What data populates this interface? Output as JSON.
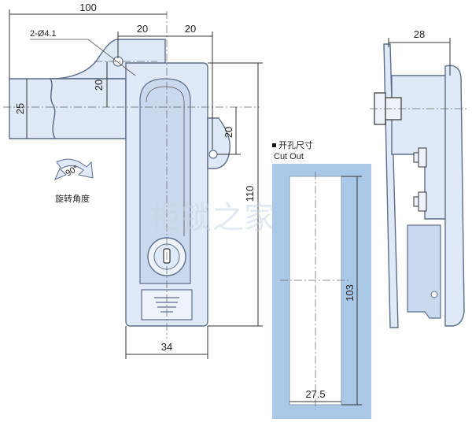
{
  "front_view": {
    "dim_width_total": "100",
    "dim_hole": "2-Ø4.1",
    "dim_top_mid": "20",
    "dim_top_right": "20",
    "dim_left_height": "25",
    "dim_hole_vertical": "20",
    "dim_right_hole": "20",
    "dim_height": "110",
    "dim_bottom_width": "34",
    "rotation_angle": "90°",
    "rotation_label": "旋转角度"
  },
  "cutout": {
    "title": "开孔尺寸",
    "subtitle": "Cut Out",
    "height": "103",
    "width": "27.5"
  },
  "side_view": {
    "depth": "28"
  },
  "watermark": "柜锁之家",
  "colors": {
    "part_fill": "#dfe9f7",
    "part_stroke": "#5d6f8c",
    "cutout_bg": "#aac8e8"
  }
}
